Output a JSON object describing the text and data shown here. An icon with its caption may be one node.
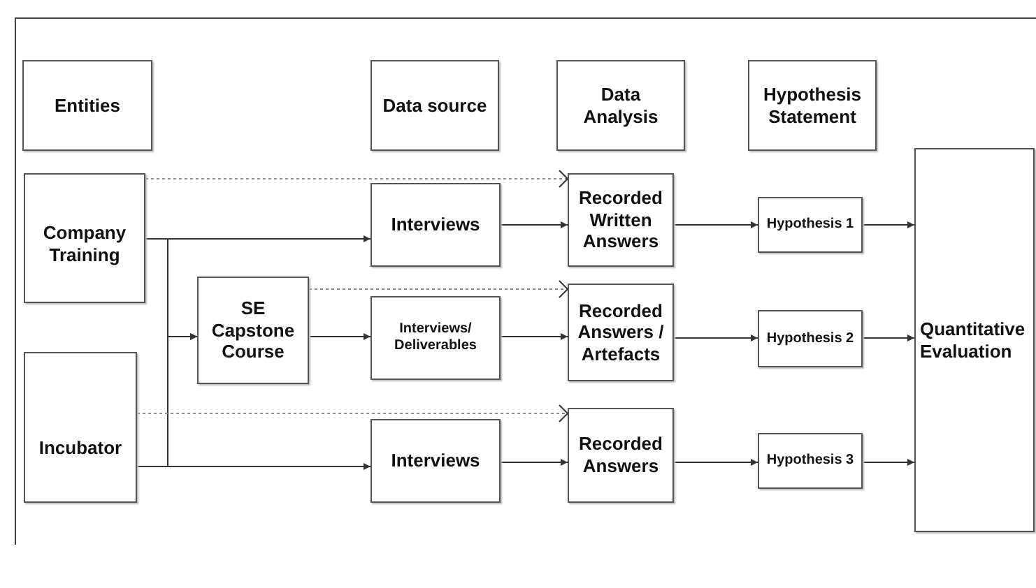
{
  "diagram": {
    "nodes": [
      {
        "text": [
          "Entities"
        ]
      },
      {
        "text": [
          "Data source"
        ]
      },
      {
        "text": [
          "Data Analysis"
        ]
      },
      {
        "text": [
          "Hypothesis Statement"
        ]
      },
      {
        "text": [
          "Company Training"
        ]
      },
      {
        "text": [
          "SE Capstone Course"
        ]
      },
      {
        "text": [
          "Incubator"
        ]
      },
      {
        "text": [
          "Interviews"
        ]
      },
      {
        "text": [
          "Interviews/ Deliverables"
        ]
      },
      {
        "text": [
          "Interviews"
        ]
      },
      {
        "text": [
          "Recorded Written Answers"
        ]
      },
      {
        "text": [
          "Recorded Answers / Artefacts"
        ]
      },
      {
        "text": [
          "Recorded Answers"
        ]
      },
      {
        "text": [
          "Hypothesis 1"
        ]
      },
      {
        "text": [
          "Hypothesis 2"
        ]
      },
      {
        "text": [
          "Hypothesis 3"
        ]
      },
      {
        "text": [
          "Quantitative Evaluation"
        ]
      }
    ],
    "edges": [
      {
        "from": 4,
        "to": 10,
        "arrow": "to",
        "style": "dashed"
      },
      {
        "from": 4,
        "to": 7,
        "arrow": "to"
      },
      {
        "from": 4,
        "to": 5,
        "arrow": "to"
      },
      {
        "from": 6,
        "to": 5,
        "arrow": "to"
      },
      {
        "from": 5,
        "to": 11,
        "arrow": "to",
        "style": "dashed"
      },
      {
        "from": 5,
        "to": 8,
        "arrow": "to"
      },
      {
        "from": 6,
        "to": 12,
        "arrow": "to",
        "style": "dashed"
      },
      {
        "from": 6,
        "to": 9,
        "arrow": "to"
      },
      {
        "from": 7,
        "to": 10,
        "arrow": "to"
      },
      {
        "from": 8,
        "to": 11,
        "arrow": "to"
      },
      {
        "from": 9,
        "to": 12,
        "arrow": "to"
      },
      {
        "from": 10,
        "to": 13,
        "arrow": "to"
      },
      {
        "from": 11,
        "to": 14,
        "arrow": "to"
      },
      {
        "from": 12,
        "to": 15,
        "arrow": "to"
      },
      {
        "from": 13,
        "to": 16,
        "arrow": "to"
      },
      {
        "from": 14,
        "to": 16,
        "arrow": "to"
      },
      {
        "from": 15,
        "to": 16,
        "arrow": "to"
      }
    ]
  }
}
